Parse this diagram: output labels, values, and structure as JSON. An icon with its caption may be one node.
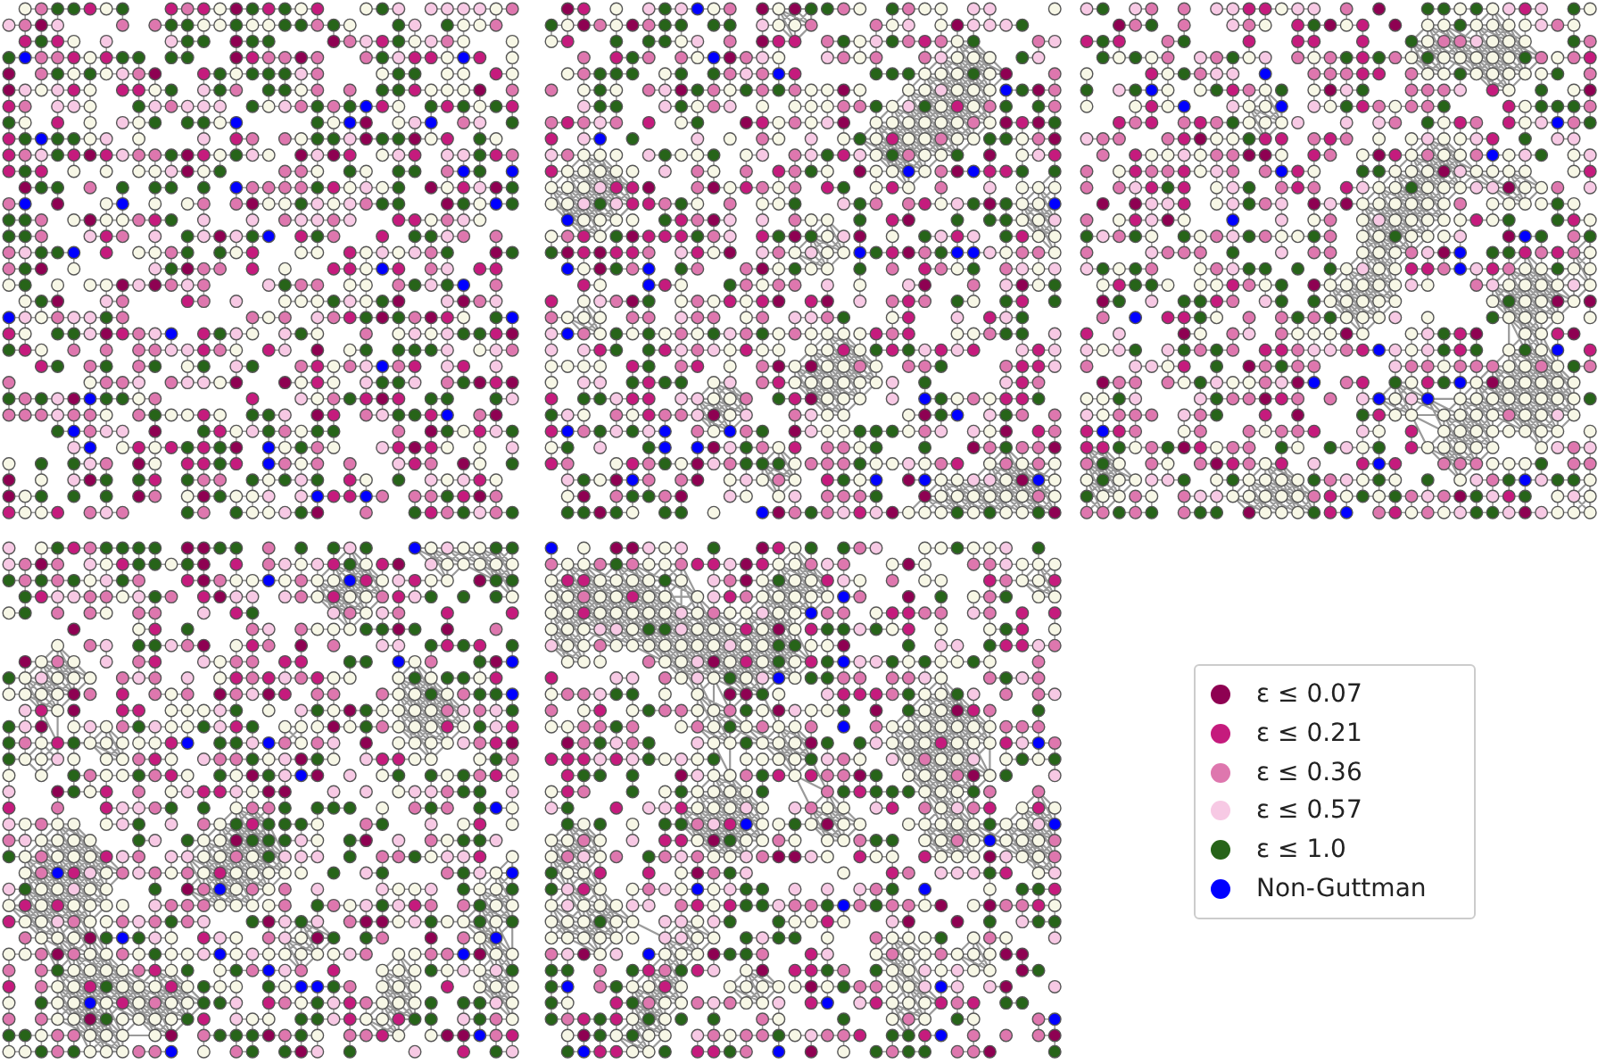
{
  "diagram": {
    "legend": [
      {
        "text": "ε ≤ 0.07",
        "color": "#8e0152"
      },
      {
        "text": "ε ≤ 0.21",
        "color": "#c51b7d"
      },
      {
        "text": "ε ≤ 0.36",
        "color": "#de77ae"
      },
      {
        "text": "ε ≤ 0.57",
        "color": "#f7c9e4"
      },
      {
        "text": "ε ≤ 1.0",
        "color": "#276419"
      },
      {
        "text": "Non-Guttman",
        "color": "#0000ff"
      }
    ]
  }
}
